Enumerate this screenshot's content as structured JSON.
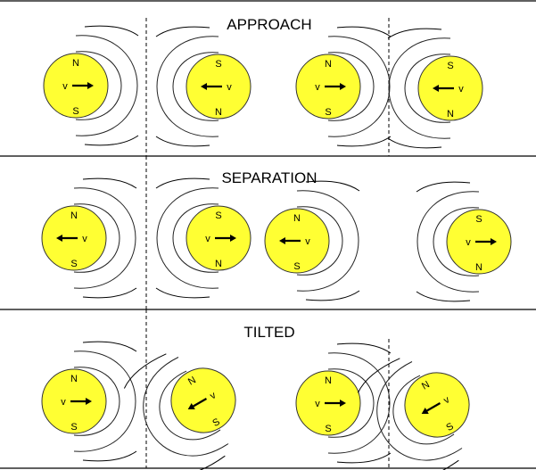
{
  "panels": [
    {
      "title": "APPROACH",
      "balls": [
        {
          "top": "N",
          "bottom": "S",
          "v": "v",
          "dir": 1
        },
        {
          "top": "S",
          "bottom": "N",
          "v": "v",
          "dir": -1
        },
        {
          "top": "N",
          "bottom": "S",
          "v": "v",
          "dir": 1
        },
        {
          "top": "S",
          "bottom": "N",
          "v": "v",
          "dir": -1
        }
      ]
    },
    {
      "title": "SEPARATION",
      "balls": [
        {
          "top": "N",
          "bottom": "S",
          "v": "v",
          "dir": -1
        },
        {
          "top": "S",
          "bottom": "N",
          "v": "v",
          "dir": 1
        },
        {
          "top": "N",
          "bottom": "S",
          "v": "v",
          "dir": -1
        },
        {
          "top": "S",
          "bottom": "N",
          "v": "v",
          "dir": 1
        }
      ]
    },
    {
      "title": "TILTED",
      "balls": [
        {
          "top": "N",
          "bottom": "S",
          "v": "v",
          "dir": 1
        },
        {
          "top": "N",
          "bottom": "S",
          "v": "v",
          "dir": -1
        },
        {
          "top": "N",
          "bottom": "S",
          "v": "v",
          "dir": 1
        },
        {
          "top": "N",
          "bottom": "S",
          "v": "v",
          "dir": -1
        }
      ]
    }
  ],
  "colors": {
    "ball": "#ffff33",
    "line": "#222222"
  }
}
